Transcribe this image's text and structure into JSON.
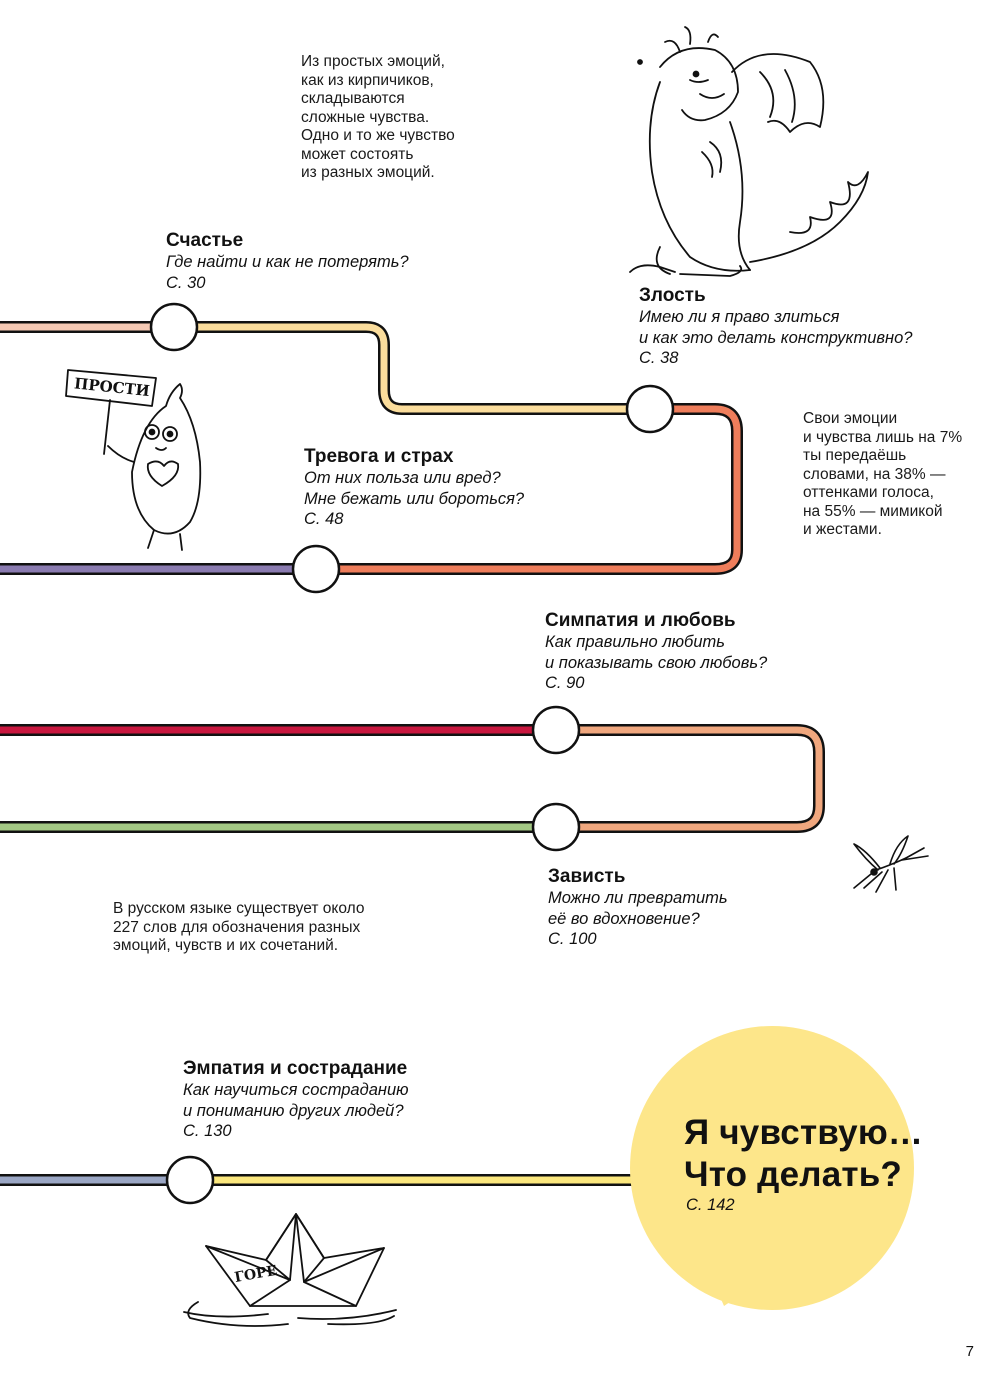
{
  "notes": {
    "intro": "Из простых эмоций,\nкак из кирпичиков,\nскладываются\nсложные чувства.\nОдно и то же чувство\nможет состоять\nиз разных эмоций.",
    "communication": "Свои эмоции\nи чувства лишь на 7%\nты передаёшь\nсловами, на 38% —\nоттенками голоса,\nна 55% — мимикой\nи жестами.",
    "words": "В русском языке существует около\n227 слов для обозначения разных\nэмоций, чувств и их сочетаний."
  },
  "stations": [
    {
      "id": "happiness",
      "title": "Счастье",
      "subtitle": "Где найти и как не потерять?",
      "page": "С. 30"
    },
    {
      "id": "anger",
      "title": "Злость",
      "subtitle": "Имею ли я право злиться\nи как это делать конструктивно?",
      "page": "С. 38"
    },
    {
      "id": "anxiety",
      "title": "Тревога и страх",
      "subtitle": "От них польза или вред?\nМне бежать или бороться?",
      "page": "С. 48"
    },
    {
      "id": "love",
      "title": "Симпатия и любовь",
      "subtitle": "Как правильно любить\nи показывать свою любовь?",
      "page": "С. 90"
    },
    {
      "id": "envy",
      "title": "Зависть",
      "subtitle": "Можно ли превратить\nеё во вдохновение?",
      "page": "С. 100"
    },
    {
      "id": "empathy",
      "title": "Эмпатия и сострадание",
      "subtitle": "Как научиться состраданию\nи пониманию других людей?",
      "page": "С. 130"
    }
  ],
  "final": {
    "title": "Я чувствую…\nЧто делать?",
    "page": "С. 142"
  },
  "illustrations": {
    "sign_text": "ПРОСТИ",
    "boat_text": "ГОРЕ"
  },
  "page_number": "7",
  "colors": {
    "line_pink": "#f5c9b4",
    "line_light_yellow": "#fbdd9c",
    "line_orange_red": "#ee7d5b",
    "line_purple": "#8a7bb0",
    "line_crimson": "#c8173f",
    "line_salmon": "#f0a77e",
    "line_green": "#a3c884",
    "line_gray_blue": "#9aa6c4",
    "line_yellow": "#fbe77d",
    "bubble_yellow": "#fde68a"
  }
}
